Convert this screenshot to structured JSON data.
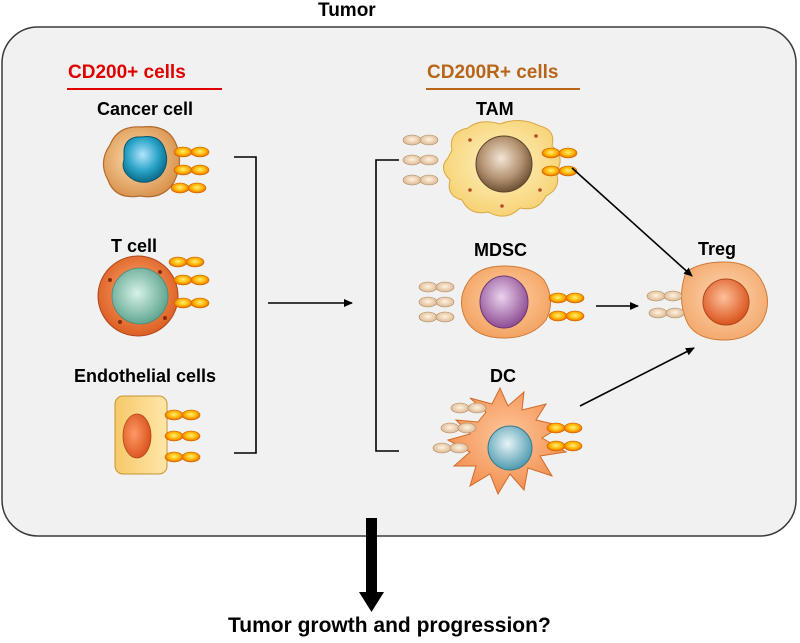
{
  "outer_title": "Tumor",
  "left_group": {
    "title": "CD200+ cells",
    "color": "#e00000"
  },
  "right_group": {
    "title": "CD200R+ cells",
    "color": "#b8651a"
  },
  "cells": {
    "cancer": "Cancer cell",
    "tcell": "T cell",
    "endothelial": "Endothelial cells",
    "tam": "TAM",
    "mdsc": "MDSC",
    "dc": "DC",
    "treg": "Treg"
  },
  "bottom_text": "Tumor growth and progression?",
  "colors": {
    "panel_fill": "#f1f1f1",
    "cd200_ligand": "#f5a000",
    "cd200r_receptor": "#efd3ae"
  }
}
